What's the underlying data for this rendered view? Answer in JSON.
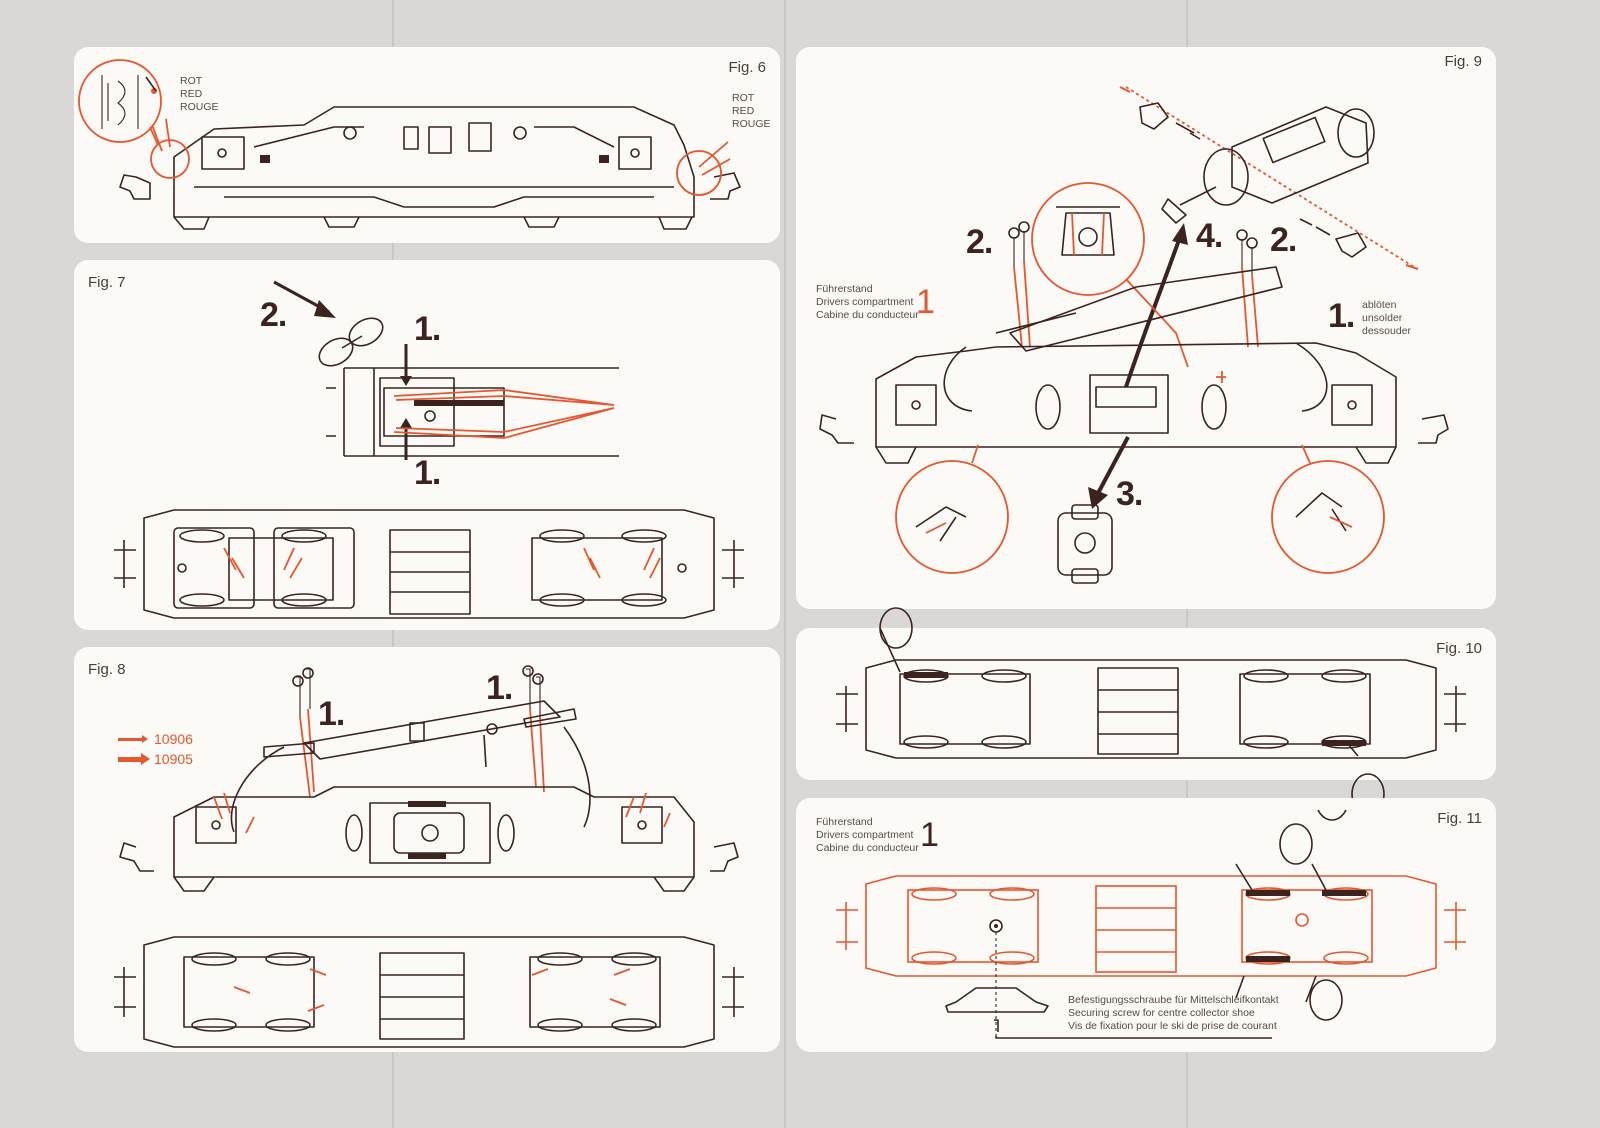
{
  "document": {
    "type": "model locomotive service instructions",
    "accent_color": "#e8562f",
    "line_color": "#3b2420",
    "panel_color": "#fbfaf7",
    "background_color": "#d9d8d6"
  },
  "fig6": {
    "label": "Fig. 6",
    "left_callout": [
      "ROT",
      "RED",
      "ROUGE"
    ],
    "right_callout": [
      "ROT",
      "RED",
      "ROUGE"
    ]
  },
  "fig7": {
    "label": "Fig. 7",
    "steps": [
      "2.",
      "1.",
      "1."
    ]
  },
  "fig8": {
    "label": "Fig. 8",
    "legend": [
      {
        "part_number": "10906",
        "arrow": "small"
      },
      {
        "part_number": "10905",
        "arrow": "large"
      }
    ],
    "steps": [
      "1.",
      "1."
    ]
  },
  "fig9": {
    "label": "Fig. 9",
    "drivers_compartment": {
      "lines": [
        "Führerstand",
        "Drivers compartment",
        "Cabine du conducteur"
      ],
      "number": "1"
    },
    "steps": [
      "2.",
      "4.",
      "2.",
      "1.",
      "3."
    ],
    "unsolder_note": [
      "ablöten",
      "unsolder",
      "dessouder"
    ]
  },
  "fig10": {
    "label": "Fig. 10"
  },
  "fig11": {
    "label": "Fig. 11",
    "drivers_compartment": {
      "lines": [
        "Führerstand",
        "Drivers compartment",
        "Cabine du conducteur"
      ],
      "number": "1"
    },
    "screw_note": [
      "Befestigungsschraube für Mittelschleifkontakt",
      "Securing screw for centre collector shoe",
      "Vis de fixation pour le ski de prise de courant"
    ]
  }
}
